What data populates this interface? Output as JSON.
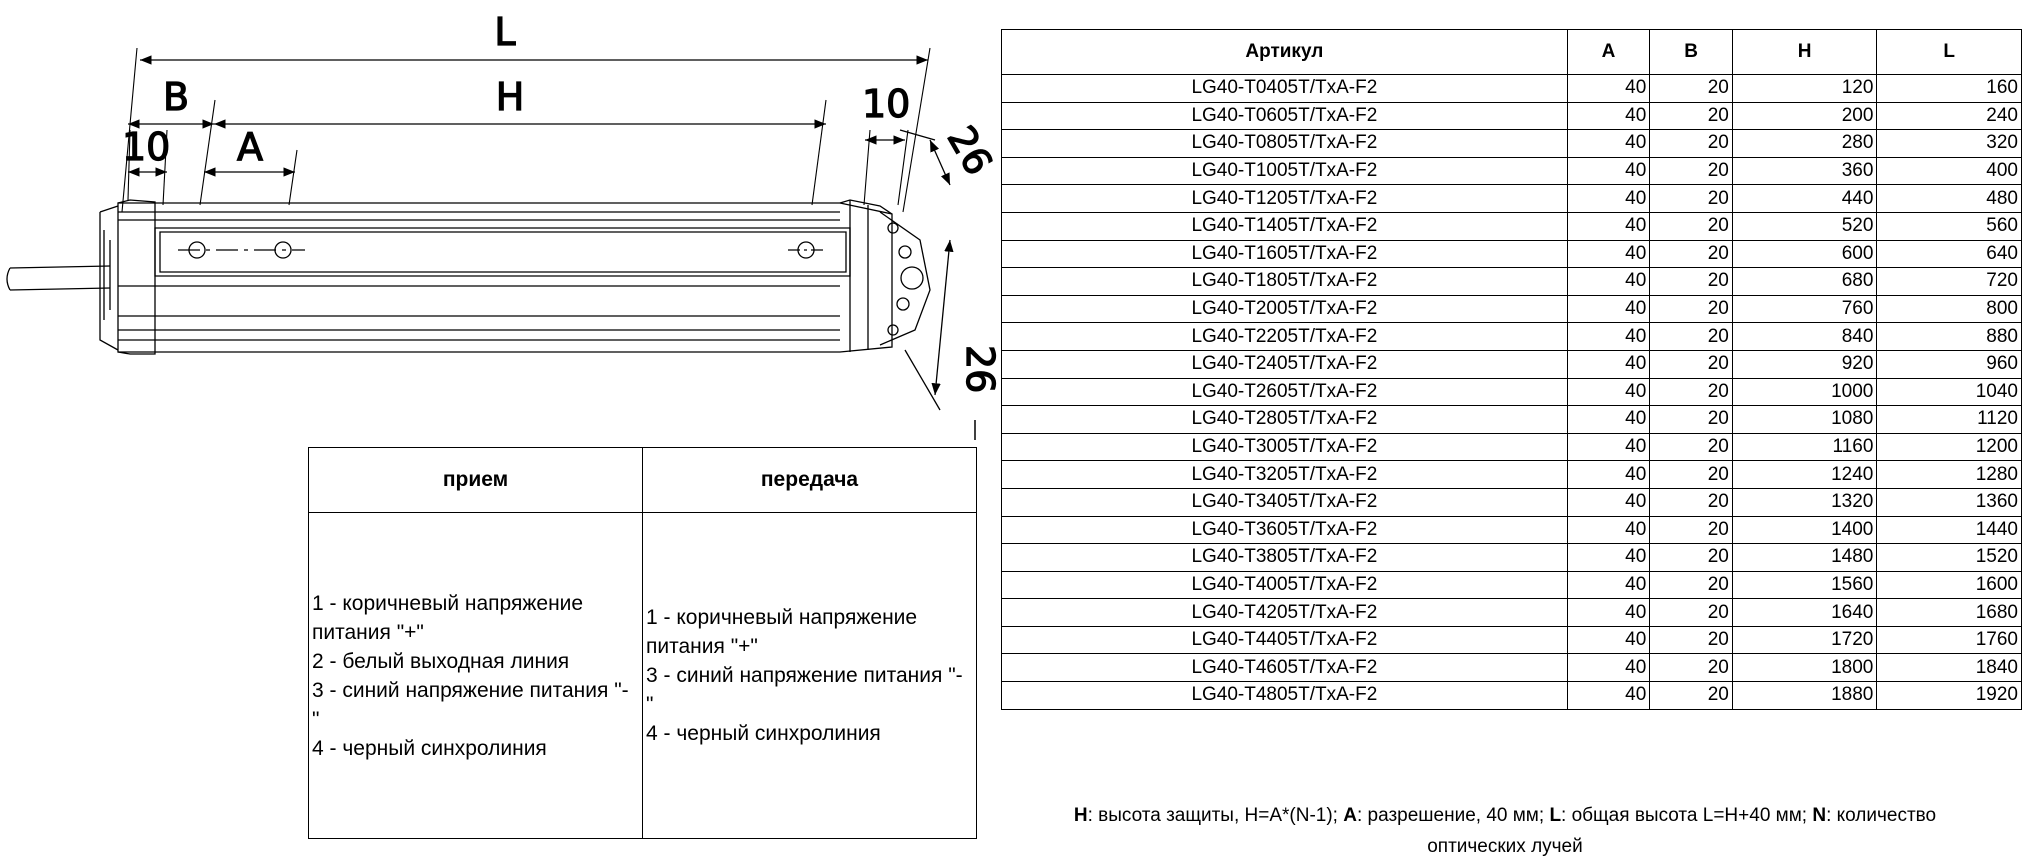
{
  "drawing": {
    "dims": {
      "L": "L",
      "B": "B",
      "H": "H",
      "A": "A",
      "gap_left": "10",
      "gap_right": "10",
      "depth_top": "26",
      "depth_side": "26"
    },
    "connector_pins": [
      "1",
      "2",
      "3",
      "4"
    ]
  },
  "wiring": {
    "headers": [
      "прием",
      "передача"
    ],
    "receiver": [
      "1 - коричневый напряжение",
      "питания \"+\"",
      "2 - белый выходная линия",
      "3 - синий напряжение питания \"-",
      "\"",
      "4 - черный синхролиния"
    ],
    "transmitter": [
      "1 - коричневый напряжение",
      "питания \"+\"",
      "3 - синий напряжение питания \"-",
      "\"",
      "4 - черный синхролиния"
    ]
  },
  "table": {
    "headers": [
      "Артикул",
      "A",
      "B",
      "H",
      "L"
    ],
    "rows": [
      [
        "LG40-T0405T/TxA-F2",
        "40",
        "20",
        "120",
        "160"
      ],
      [
        "LG40-T0605T/TxA-F2",
        "40",
        "20",
        "200",
        "240"
      ],
      [
        "LG40-T0805T/TxA-F2",
        "40",
        "20",
        "280",
        "320"
      ],
      [
        "LG40-T1005T/TxA-F2",
        "40",
        "20",
        "360",
        "400"
      ],
      [
        "LG40-T1205T/TxA-F2",
        "40",
        "20",
        "440",
        "480"
      ],
      [
        "LG40-T1405T/TxA-F2",
        "40",
        "20",
        "520",
        "560"
      ],
      [
        "LG40-T1605T/TxA-F2",
        "40",
        "20",
        "600",
        "640"
      ],
      [
        "LG40-T1805T/TxA-F2",
        "40",
        "20",
        "680",
        "720"
      ],
      [
        "LG40-T2005T/TxA-F2",
        "40",
        "20",
        "760",
        "800"
      ],
      [
        "LG40-T2205T/TxA-F2",
        "40",
        "20",
        "840",
        "880"
      ],
      [
        "LG40-T2405T/TxA-F2",
        "40",
        "20",
        "920",
        "960"
      ],
      [
        "LG40-T2605T/TxA-F2",
        "40",
        "20",
        "1000",
        "1040"
      ],
      [
        "LG40-T2805T/TxA-F2",
        "40",
        "20",
        "1080",
        "1120"
      ],
      [
        "LG40-T3005T/TxA-F2",
        "40",
        "20",
        "1160",
        "1200"
      ],
      [
        "LG40-T3205T/TxA-F2",
        "40",
        "20",
        "1240",
        "1280"
      ],
      [
        "LG40-T3405T/TxA-F2",
        "40",
        "20",
        "1320",
        "1360"
      ],
      [
        "LG40-T3605T/TxA-F2",
        "40",
        "20",
        "1400",
        "1440"
      ],
      [
        "LG40-T3805T/TxA-F2",
        "40",
        "20",
        "1480",
        "1520"
      ],
      [
        "LG40-T4005T/TxA-F2",
        "40",
        "20",
        "1560",
        "1600"
      ],
      [
        "LG40-T4205T/TxA-F2",
        "40",
        "20",
        "1640",
        "1680"
      ],
      [
        "LG40-T4405T/TxA-F2",
        "40",
        "20",
        "1720",
        "1760"
      ],
      [
        "LG40-T4605T/TxA-F2",
        "40",
        "20",
        "1800",
        "1840"
      ],
      [
        "LG40-T4805T/TxA-F2",
        "40",
        "20",
        "1880",
        "1920"
      ]
    ]
  },
  "note": {
    "line1": [
      {
        "b": "H",
        "t": ": высота защиты, H=A*(N-1); "
      },
      {
        "b": "A",
        "t": ": разрешение, 40 мм; "
      },
      {
        "b": "L",
        "t": ": общая высота L=H+40 мм; "
      },
      {
        "b": "N",
        "t": ": количество"
      }
    ],
    "line2": "оптических лучей"
  }
}
